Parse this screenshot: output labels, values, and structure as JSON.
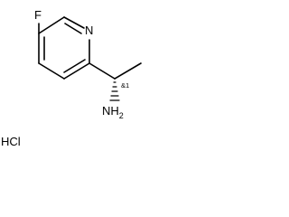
{
  "molecule": {
    "atoms": {
      "fluorine": "F",
      "ring_nitrogen": "N",
      "amine": "NH2",
      "amine_main": "NH",
      "amine_subscript": "2"
    },
    "stereo_label": "&1",
    "salt": "HCl"
  },
  "colors": {
    "bond": "#000000",
    "text": "#000000",
    "background": "#ffffff"
  }
}
